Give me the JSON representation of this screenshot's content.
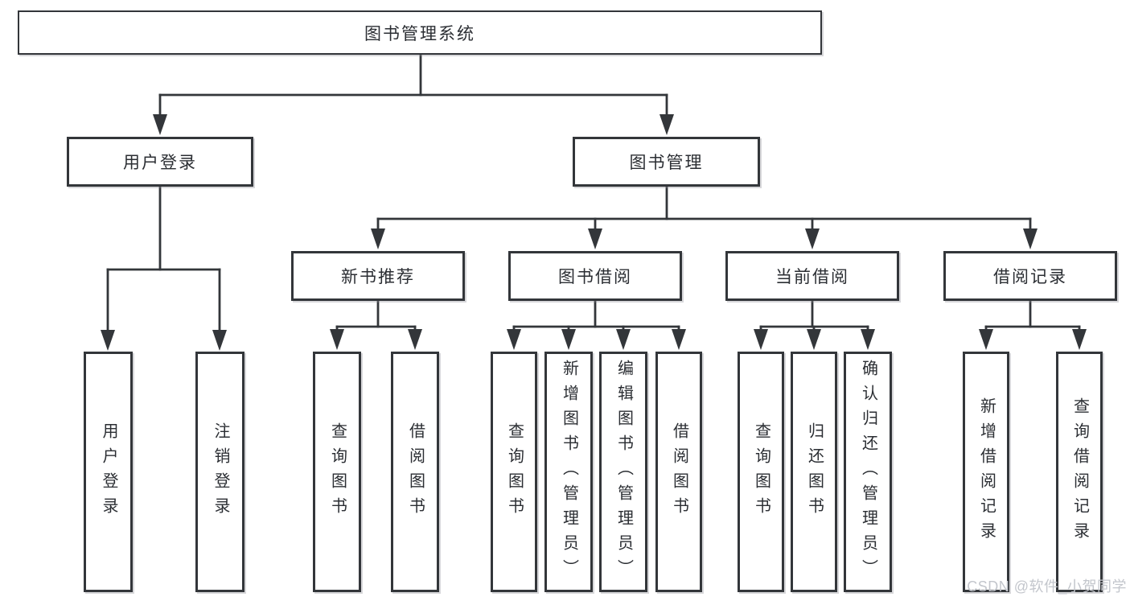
{
  "diagram": {
    "root": "图书管理系统",
    "level2": [
      "用户登录",
      "图书管理"
    ],
    "level3": [
      "新书推荐",
      "图书借阅",
      "当前借阅",
      "借阅记录"
    ],
    "leaves": {
      "user_login": [
        "用户登录",
        "注销登录"
      ],
      "new_book": [
        "查询图书",
        "借阅图书"
      ],
      "book_borrow": [
        "查询图书",
        "新增图书（管理员）",
        "编辑图书（管理员）",
        "借阅图书"
      ],
      "current_borrow": [
        "查询图书",
        "归还图书",
        "确认归还（管理员）"
      ],
      "borrow_record": [
        "新增借阅记录",
        "查询借阅记录"
      ]
    }
  },
  "watermark": "CSDN @软件_小贺同学",
  "colors": {
    "line": "#33363a",
    "box_border": "#33363a",
    "text": "#2b2e33",
    "watermark": "#c3c6cc",
    "background": "#ffffff"
  }
}
